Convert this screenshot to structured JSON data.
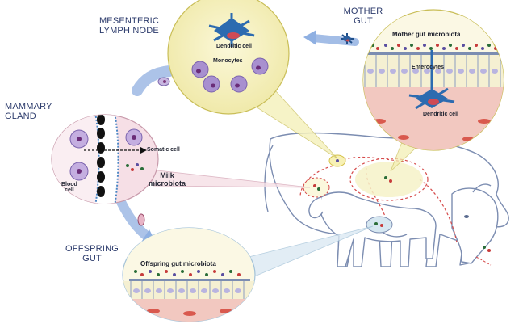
{
  "labels": {
    "mesenteric": [
      "MESENTERIC",
      "LYMPH NODE"
    ],
    "mother": [
      "MOTHER",
      "GUT"
    ],
    "mammary": [
      "MAMMARY",
      "GLAND"
    ],
    "offspring": [
      "OFFSPRING",
      "GUT"
    ]
  },
  "circles": {
    "lymph_node": {
      "dendritic": "Dendritic cell",
      "monocytes": "Monocytes"
    },
    "mother_gut": {
      "title": "Mother gut microbiota",
      "enterocytes": "Enterocytes",
      "dendritic": "Dendritic cell"
    },
    "mammary": {
      "somatic": "Somatic cell",
      "milk": [
        "Milk",
        "microbiota"
      ],
      "blood": [
        "Blood",
        "cell"
      ]
    },
    "offspring_gut": {
      "title": "Offspring gut microbiota"
    }
  },
  "colors": {
    "pale_yellow": "#f7f3c4",
    "cell_purple": "#9a86c4",
    "lymph_blue": "#2c78b4",
    "arrow_blue": "#6f9ad6",
    "mucosa_pink": "#f2c8c0",
    "label_navy": "#2b3a6b"
  }
}
